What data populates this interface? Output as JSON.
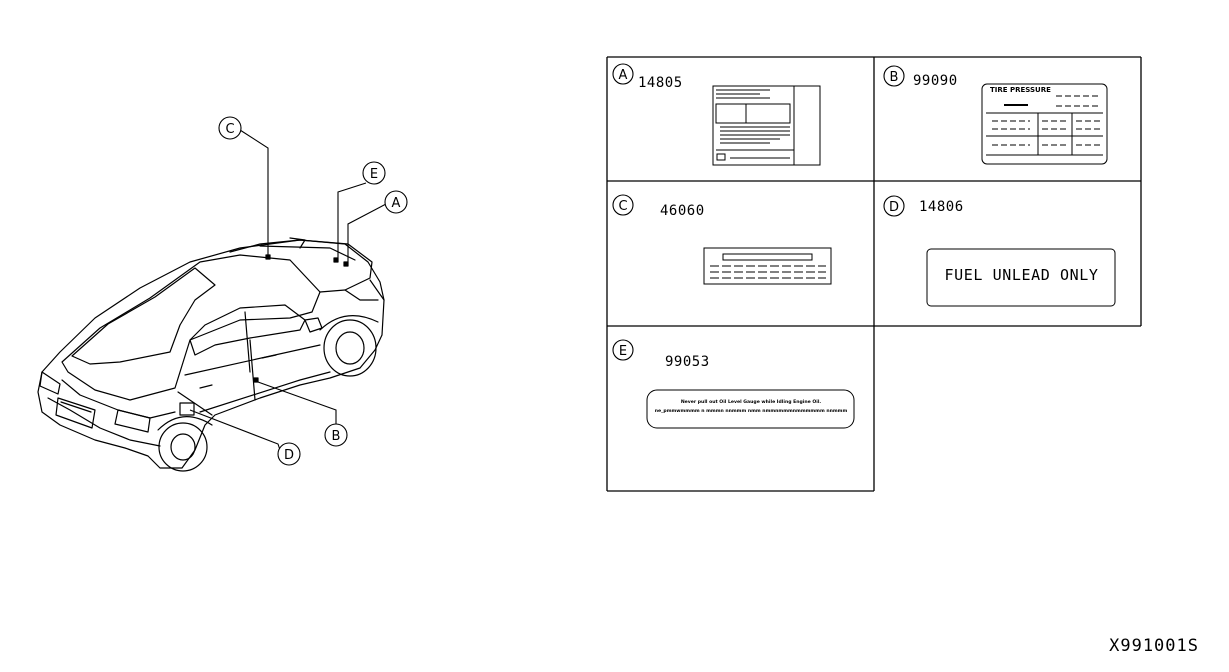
{
  "callouts": [
    "A",
    "B",
    "C",
    "D",
    "E"
  ],
  "labels": {
    "A": {
      "letter": "A",
      "part_number": "14805"
    },
    "B": {
      "letter": "B",
      "part_number": "99090",
      "heading": "TIRE PRESSURE"
    },
    "C": {
      "letter": "C",
      "part_number": "46060"
    },
    "D": {
      "letter": "D",
      "part_number": "14806",
      "text": "FUEL UNLEAD ONLY"
    },
    "E": {
      "letter": "E",
      "part_number": "99053",
      "line1": "Never pull out Oil Level Gauge while Idling Engine Oil.",
      "line2": "ne_pmmwmmmm n mmmn nnmmm nmm nmmnmmmnmmmmmm nnmmm"
    }
  },
  "diagram_code": "X991001S"
}
